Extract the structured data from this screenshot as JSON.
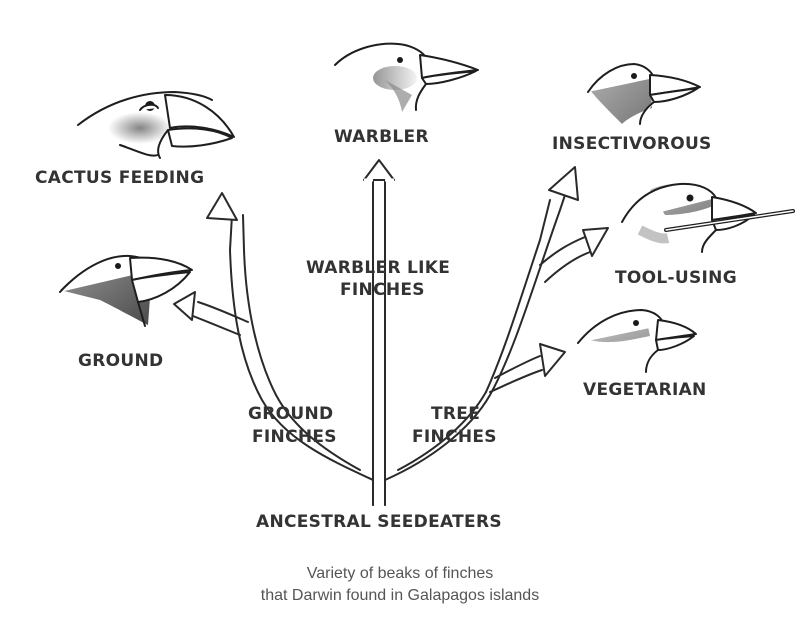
{
  "labels": {
    "cactus_feeding": "CACTUS FEEDING",
    "ground": "GROUND",
    "warbler": "WARBLER",
    "warbler_like_1": "WARBLER LIKE",
    "warbler_like_2": "FINCHES",
    "insectivorous": "INSECTIVOROUS",
    "tool_using": "TOOL-USING",
    "vegetarian": "VEGETARIAN",
    "ground_finches_1": "GROUND",
    "ground_finches_2": "FINCHES",
    "tree_finches_1": "TREE",
    "tree_finches_2": "FINCHES",
    "ancestral": "ANCESTRAL SEEDEATERS"
  },
  "caption": {
    "line1": "Variety of beaks of finches",
    "line2": "that Darwin found in Galapagos islands"
  }
}
